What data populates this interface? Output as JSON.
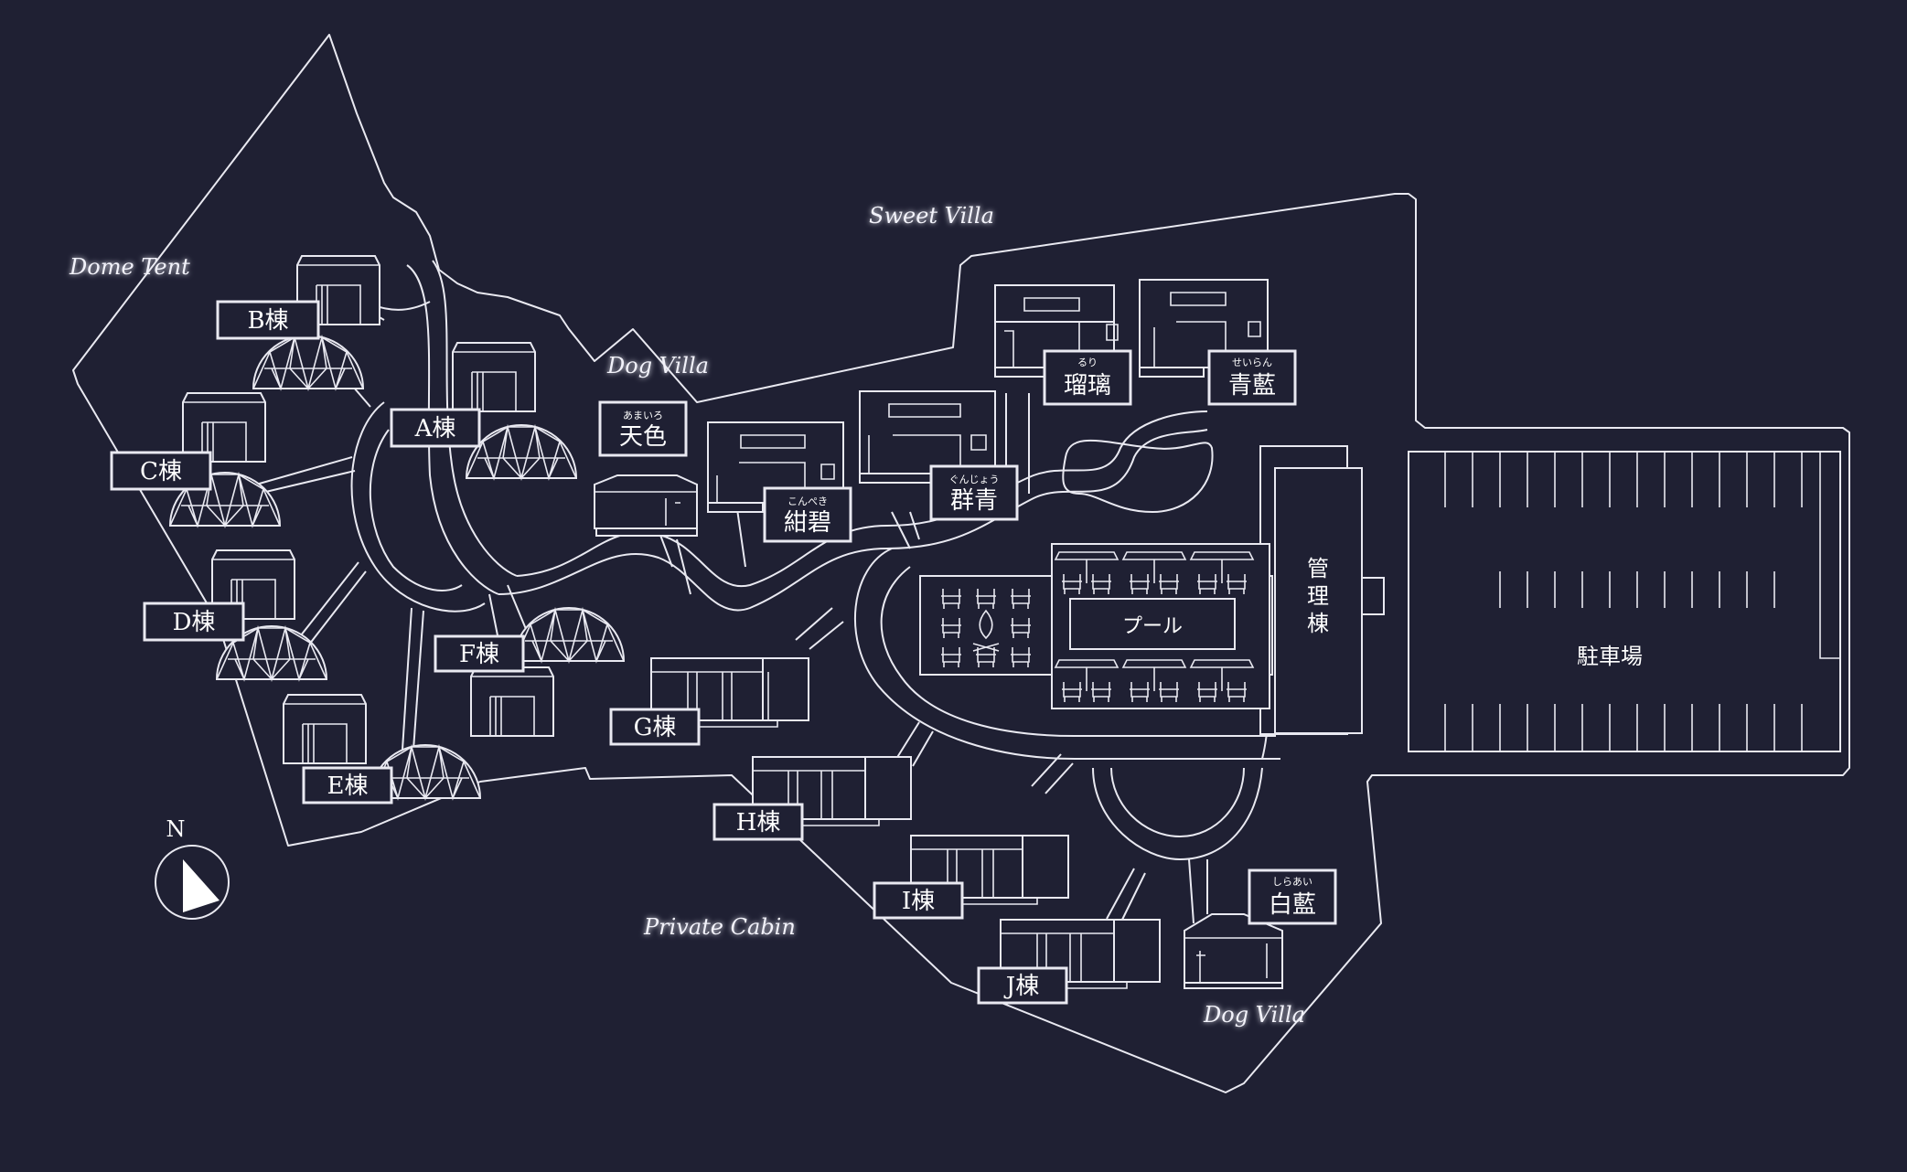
{
  "map": {
    "areas": {
      "dome_tent": "Dome Tent",
      "sweet_villa": "Sweet Villa",
      "dog_villa_north": "Dog Villa",
      "dog_villa_south": "Dog Villa",
      "private_cabin": "Private Cabin"
    },
    "dome_units": {
      "a": "A棟",
      "b": "B棟",
      "c": "C棟",
      "d": "D棟",
      "e": "E棟",
      "f": "F棟"
    },
    "cabin_units": {
      "g": "G棟",
      "h": "H棟",
      "i": "I棟",
      "j": "J棟"
    },
    "villas": {
      "amairo": {
        "name": "天色",
        "ruby": "あまいろ"
      },
      "konpeki": {
        "name": "紺碧",
        "ruby": "こんぺき"
      },
      "gunjo": {
        "name": "群青",
        "ruby": "ぐんじょう"
      },
      "ruri": {
        "name": "瑠璃",
        "ruby": "るり"
      },
      "seiran": {
        "name": "青藍",
        "ruby": "せいらん"
      },
      "shiraai": {
        "name": "白藍",
        "ruby": "しらあい"
      }
    },
    "facilities": {
      "pool": "プール",
      "management": [
        "管",
        "理",
        "棟"
      ],
      "parking": "駐車場"
    },
    "compass": {
      "label": "N"
    },
    "colors": {
      "background": "#1f2033",
      "line": "#e9e9f1",
      "text": "#ffffff"
    },
    "icons": [
      "compass-icon",
      "campfire-icon",
      "parasol-icon",
      "lounge-chair-icon",
      "dome-tent-icon",
      "cabin-icon",
      "villa-icon"
    ]
  }
}
